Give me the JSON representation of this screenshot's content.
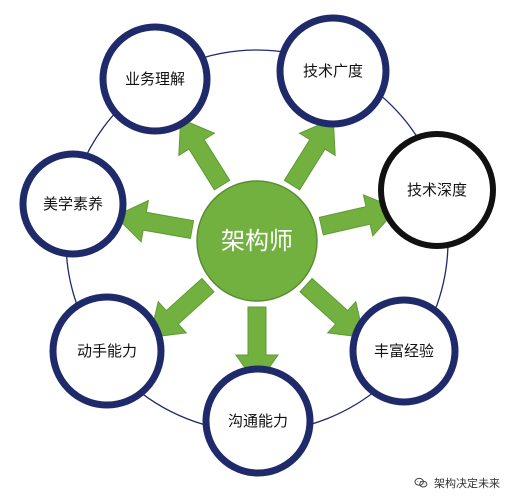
{
  "center": {
    "label": "架构师",
    "color": "#72b13f",
    "stroke": "#5b8e33"
  },
  "nodes": [
    {
      "id": "business",
      "label": "业务理解",
      "border": "#1f2a6b"
    },
    {
      "id": "breadth",
      "label": "技术广度",
      "border": "#1f2a6b"
    },
    {
      "id": "depth",
      "label": "技术深度",
      "border": "#111111"
    },
    {
      "id": "experience",
      "label": "丰富经验",
      "border": "#1f2a6b"
    },
    {
      "id": "communication",
      "label": "沟通能力",
      "border": "#1f2a6b"
    },
    {
      "id": "hands-on",
      "label": "动手能力",
      "border": "#1f2a6b"
    },
    {
      "id": "aesthetics",
      "label": "美学素养",
      "border": "#1f2a6b"
    }
  ],
  "arrow_color": "#72b13f",
  "arrow_stroke": "#5f9b34",
  "ring_color": "#1f2a6b",
  "watermark": {
    "icon": "wechat-icon",
    "text": "架构决定未来"
  }
}
